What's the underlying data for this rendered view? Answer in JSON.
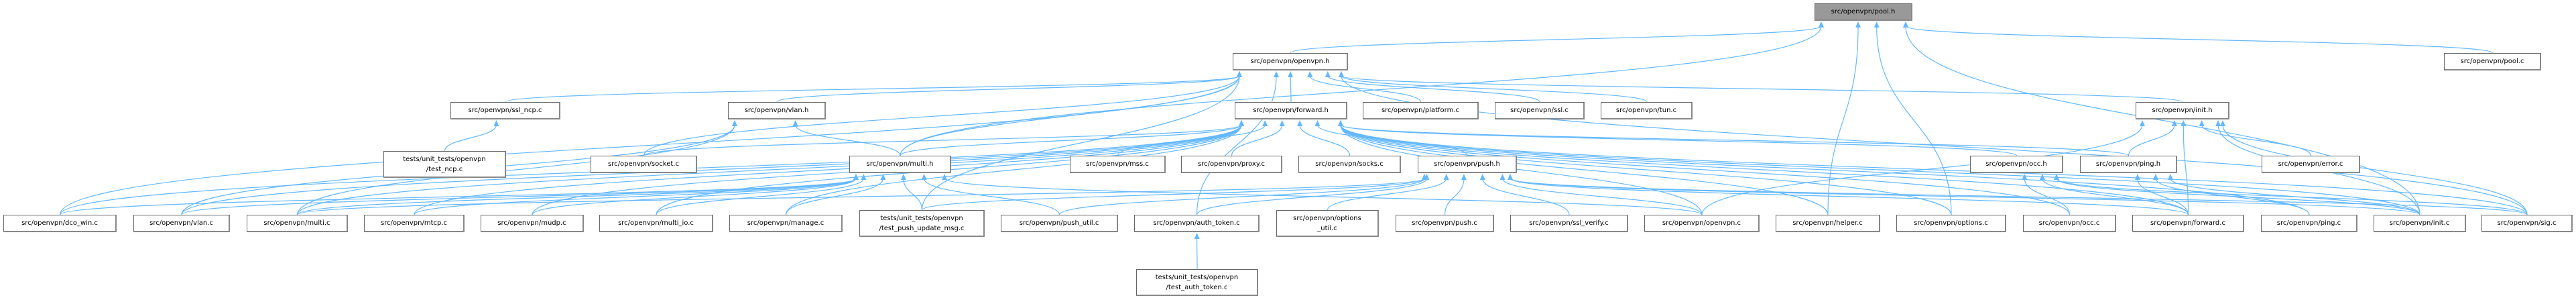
{
  "graph": {
    "current": "pool_h",
    "edge_color": "#63b8ff",
    "nodes": {
      "pool_h": "src/openvpn/pool.h",
      "openvpn_h": "src/openvpn/openvpn.h",
      "pool_c": "src/openvpn/pool.c",
      "ssl_ncp_c": "src/openvpn/ssl_ncp.c",
      "vlan_h": "src/openvpn/vlan.h",
      "forward_h": "src/openvpn/forward.h",
      "platform_c": "src/openvpn/platform.c",
      "ssl_c": "src/openvpn/ssl.c",
      "tun_c": "src/openvpn/tun.c",
      "init_h": "src/openvpn/init.h",
      "test_ncp_c": "tests/unit_tests/openvpn\n/test_ncp.c",
      "socket_c": "src/openvpn/socket.c",
      "multi_h": "src/openvpn/multi.h",
      "mss_c": "src/openvpn/mss.c",
      "proxy_c": "src/openvpn/proxy.c",
      "socks_c": "src/openvpn/socks.c",
      "push_h": "src/openvpn/push.h",
      "occ_h": "src/openvpn/occ.h",
      "ping_h": "src/openvpn/ping.h",
      "error_c": "src/openvpn/error.c",
      "dco_win_c": "src/openvpn/dco_win.c",
      "vlan_c": "src/openvpn/vlan.c",
      "multi_c": "src/openvpn/multi.c",
      "mtcp_c": "src/openvpn/mtcp.c",
      "mudp_c": "src/openvpn/mudp.c",
      "multi_io_c": "src/openvpn/multi_io.c",
      "manage_c": "src/openvpn/manage.c",
      "test_push_update_msg_c": "tests/unit_tests/openvpn\n/test_push_update_msg.c",
      "push_util_c": "src/openvpn/push_util.c",
      "auth_token_c": "src/openvpn/auth_token.c",
      "options_util_c": "src/openvpn/options\n_util.c",
      "push_c": "src/openvpn/push.c",
      "ssl_verify_c": "src/openvpn/ssl_verify.c",
      "openvpn_c": "src/openvpn/openvpn.c",
      "helper_c": "src/openvpn/helper.c",
      "options_c": "src/openvpn/options.c",
      "occ_c": "src/openvpn/occ.c",
      "forward_c": "src/openvpn/forward.c",
      "ping_c": "src/openvpn/ping.c",
      "init_c": "src/openvpn/init.c",
      "sig_c": "src/openvpn/sig.c",
      "test_auth_token_c": "tests/unit_tests/openvpn\n/test_auth_token.c"
    },
    "edges": [
      [
        "openvpn_h",
        "pool_h"
      ],
      [
        "multi_h",
        "pool_h"
      ],
      [
        "pool_c",
        "pool_h"
      ],
      [
        "helper_c",
        "pool_h"
      ],
      [
        "options_c",
        "pool_h"
      ],
      [
        "init_c",
        "pool_h"
      ],
      [
        "forward_h",
        "openvpn_h"
      ],
      [
        "platform_c",
        "openvpn_h"
      ],
      [
        "ssl_c",
        "openvpn_h"
      ],
      [
        "tun_c",
        "openvpn_h"
      ],
      [
        "ssl_ncp_c",
        "openvpn_h"
      ],
      [
        "vlan_h",
        "openvpn_h"
      ],
      [
        "init_h",
        "openvpn_h"
      ],
      [
        "multi_h",
        "openvpn_h"
      ],
      [
        "dco_win_c",
        "openvpn_h"
      ],
      [
        "auth_token_c",
        "openvpn_h"
      ],
      [
        "test_push_update_msg_c",
        "openvpn_h"
      ],
      [
        "sig_c",
        "openvpn_h"
      ],
      [
        "socket_c",
        "openvpn_h"
      ],
      [
        "test_ncp_c",
        "ssl_ncp_c"
      ],
      [
        "vlan_c",
        "vlan_h"
      ],
      [
        "multi_c",
        "vlan_h"
      ],
      [
        "multi_h",
        "vlan_h"
      ],
      [
        "mss_c",
        "forward_h"
      ],
      [
        "proxy_c",
        "forward_h"
      ],
      [
        "socks_c",
        "forward_h"
      ],
      [
        "push_h",
        "forward_h"
      ],
      [
        "multi_h",
        "forward_h"
      ],
      [
        "occ_h",
        "forward_h"
      ],
      [
        "ping_h",
        "forward_h"
      ],
      [
        "socket_c",
        "forward_h"
      ],
      [
        "vlan_c",
        "forward_h"
      ],
      [
        "multi_c",
        "forward_h"
      ],
      [
        "mtcp_c",
        "forward_h"
      ],
      [
        "mudp_c",
        "forward_h"
      ],
      [
        "multi_io_c",
        "forward_h"
      ],
      [
        "manage_c",
        "forward_h"
      ],
      [
        "dco_win_c",
        "forward_h"
      ],
      [
        "openvpn_c",
        "forward_h"
      ],
      [
        "options_c",
        "forward_h"
      ],
      [
        "occ_c",
        "forward_h"
      ],
      [
        "forward_c",
        "forward_h"
      ],
      [
        "init_c",
        "forward_h"
      ],
      [
        "helper_c",
        "forward_h"
      ],
      [
        "ping_c",
        "forward_h"
      ],
      [
        "sig_c",
        "forward_h"
      ],
      [
        "dco_win_c",
        "multi_h"
      ],
      [
        "vlan_c",
        "multi_h"
      ],
      [
        "multi_c",
        "multi_h"
      ],
      [
        "mtcp_c",
        "multi_h"
      ],
      [
        "mudp_c",
        "multi_h"
      ],
      [
        "multi_io_c",
        "multi_h"
      ],
      [
        "manage_c",
        "multi_h"
      ],
      [
        "test_push_update_msg_c",
        "multi_h"
      ],
      [
        "push_util_c",
        "multi_h"
      ],
      [
        "openvpn_c",
        "multi_h"
      ],
      [
        "test_push_update_msg_c",
        "push_h"
      ],
      [
        "push_util_c",
        "push_h"
      ],
      [
        "auth_token_c",
        "push_h"
      ],
      [
        "options_util_c",
        "push_h"
      ],
      [
        "push_c",
        "push_h"
      ],
      [
        "ssl_verify_c",
        "push_h"
      ],
      [
        "openvpn_c",
        "push_h"
      ],
      [
        "multi_c",
        "push_h"
      ],
      [
        "forward_c",
        "push_h"
      ],
      [
        "init_c",
        "push_h"
      ],
      [
        "sig_c",
        "push_h"
      ],
      [
        "ping_h",
        "init_h"
      ],
      [
        "forward_c",
        "init_h"
      ],
      [
        "error_c",
        "init_h"
      ],
      [
        "init_c",
        "init_h"
      ],
      [
        "sig_c",
        "init_h"
      ],
      [
        "openvpn_c",
        "init_h"
      ],
      [
        "occ_c",
        "occ_h"
      ],
      [
        "forward_c",
        "occ_h"
      ],
      [
        "init_c",
        "occ_h"
      ],
      [
        "sig_c",
        "occ_h"
      ],
      [
        "forward_c",
        "ping_h"
      ],
      [
        "ping_c",
        "ping_h"
      ],
      [
        "init_c",
        "ping_h"
      ],
      [
        "test_auth_token_c",
        "auth_token_c"
      ]
    ]
  }
}
